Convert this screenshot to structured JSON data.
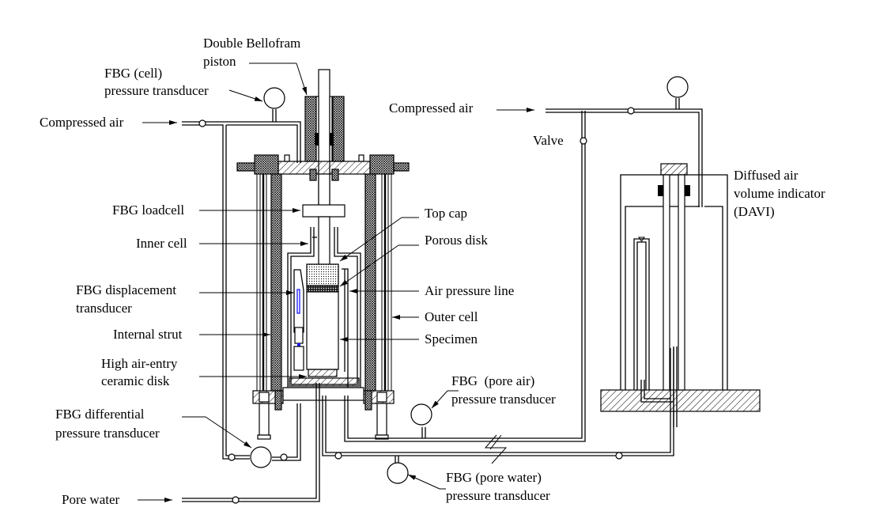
{
  "figure": {
    "title": "Unsaturated triaxial cell with FBG instrumentation and diffused air volume indicator",
    "colors": {
      "line": "#000000",
      "background": "#ffffff",
      "accent_instrument": "#1a1aff"
    }
  },
  "labels": {
    "double_bellofram_piston": [
      "Double Bellofram",
      "piston"
    ],
    "fbg_cell_pressure_transducer": [
      "FBG (cell)",
      "pressure transducer"
    ],
    "compressed_air_left": "Compressed air",
    "compressed_air_right": "Compressed air",
    "valve": "Valve",
    "davi": [
      "Diffused air",
      "volume indicator",
      "(DAVI)"
    ],
    "fbg_loadcell": "FBG loadcell",
    "inner_cell": "Inner cell",
    "top_cap": "Top cap",
    "porous_disk": "Porous disk",
    "fbg_displacement_transducer": [
      "FBG displacement",
      "transducer"
    ],
    "air_pressure_line": "Air pressure line",
    "outer_cell": "Outer cell",
    "internal_strut": "Internal strut",
    "specimen": "Specimen",
    "high_air_entry_ceramic_disk": [
      "High air-entry",
      "ceramic disk"
    ],
    "fbg_pore_air_pressure_transducer": [
      "FBG  (pore air)",
      "pressure transducer"
    ],
    "fbg_differential_pressure_transducer": [
      "FBG differential",
      "pressure transducer"
    ],
    "fbg_pore_water_pressure_transducer": [
      "FBG (pore water)",
      "pressure transducer"
    ],
    "pore_water": "Pore water"
  }
}
